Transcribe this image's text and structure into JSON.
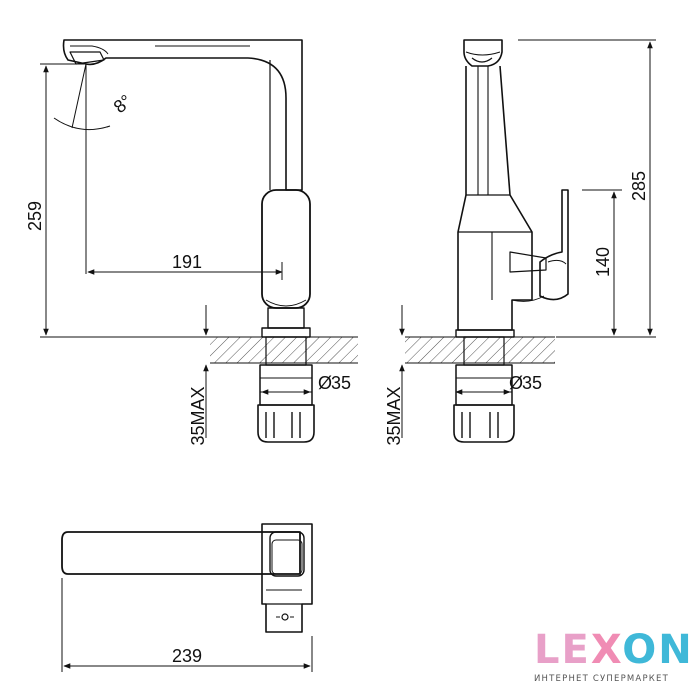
{
  "drawing": {
    "dimensions": {
      "total_height": "285",
      "spout_height": "259",
      "lever_height": "140",
      "spout_reach": "191",
      "top_length": "239",
      "hole_diameter_front": "35",
      "hole_diameter_side": "35",
      "max_counter_front": "35MAX",
      "max_counter_side": "35MAX",
      "spout_angle": "8°"
    },
    "diameter_symbol": "Ø"
  },
  "logo": {
    "letters": [
      "L",
      "E",
      "X",
      "O",
      "N"
    ],
    "letter_colors": [
      "#e8a0c8",
      "#e8a0c8",
      "#f08cb4",
      "#3fb8d8",
      "#3fb8d8"
    ],
    "tagline": "ИНТЕРНЕТ СУПЕРМАРКЕТ"
  }
}
